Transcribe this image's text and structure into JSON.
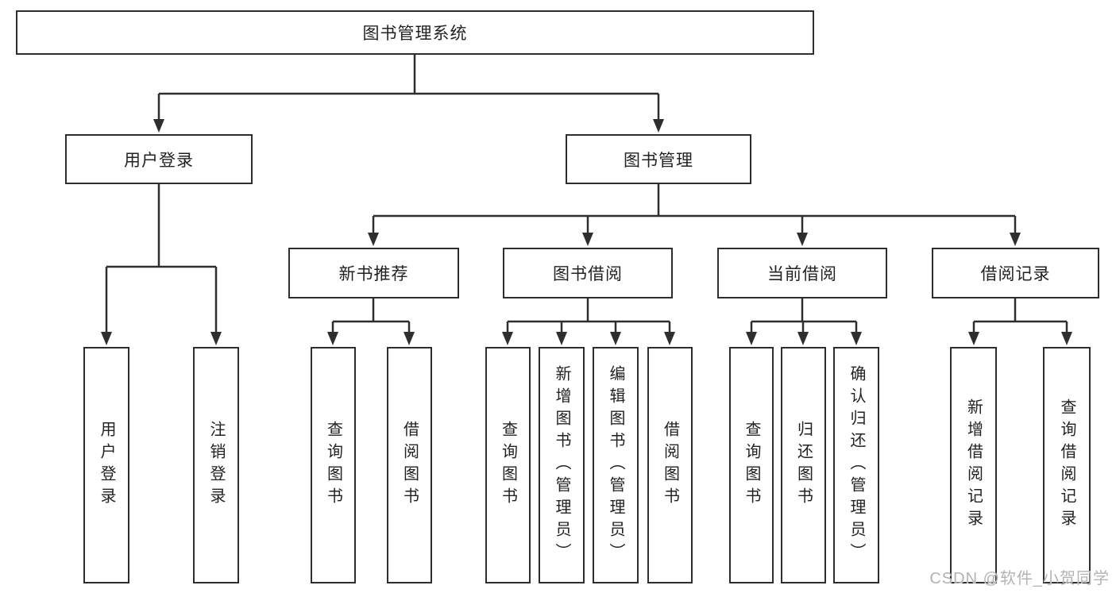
{
  "title_box": "图书管理系统",
  "branches": {
    "user_login": "用户登录",
    "book_mgmt": "图书管理"
  },
  "user_login_children": {
    "login": "用户登录",
    "logout": "注销登录"
  },
  "modules": {
    "new_books": "新书推荐",
    "borrow": "图书借阅",
    "current": "当前借阅",
    "records": "借阅记录"
  },
  "leaves": {
    "new_books_query": "查询图书",
    "new_books_borrow": "借阅图书",
    "borrow_query": "查询图书",
    "borrow_add": "新增图书（管理员）",
    "borrow_edit": "编辑图书（管理员）",
    "borrow_borrow": "借阅图书",
    "current_query": "查询图书",
    "current_return": "归还图书",
    "current_confirm": "确认归还（管理员）",
    "records_add": "新增借阅记录",
    "records_query": "查询借阅记录"
  },
  "watermark": "CSDN @软件_小贺同学",
  "colors": {
    "line": "#2e2e2e",
    "text": "#222222",
    "watermark": "#b3b3b3"
  }
}
